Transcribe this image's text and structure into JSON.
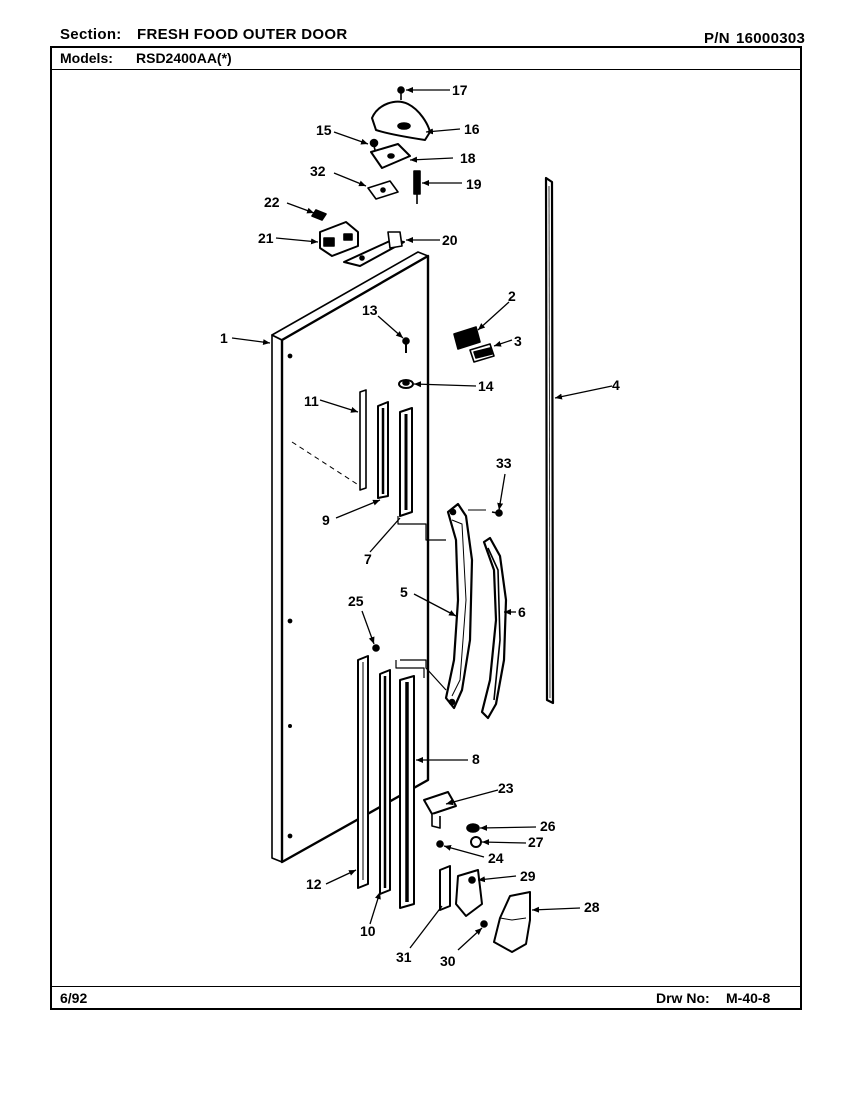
{
  "header": {
    "section_label": "Section:",
    "section_value": "FRESH FOOD OUTER DOOR",
    "pn_label": "P/N",
    "pn_value": "16000303"
  },
  "models": {
    "label": "Models:",
    "value": "RSD2400AA(*)"
  },
  "footer": {
    "date": "6/92",
    "drawing_label": "Drw No:",
    "drawing_value": "M-40-8"
  },
  "callouts": [
    "1",
    "2",
    "3",
    "4",
    "5",
    "6",
    "7",
    "8",
    "9",
    "10",
    "11",
    "12",
    "13",
    "14",
    "15",
    "16",
    "17",
    "18",
    "19",
    "20",
    "21",
    "22",
    "23",
    "24",
    "25",
    "26",
    "27",
    "28",
    "29",
    "30",
    "31",
    "32",
    "33"
  ]
}
